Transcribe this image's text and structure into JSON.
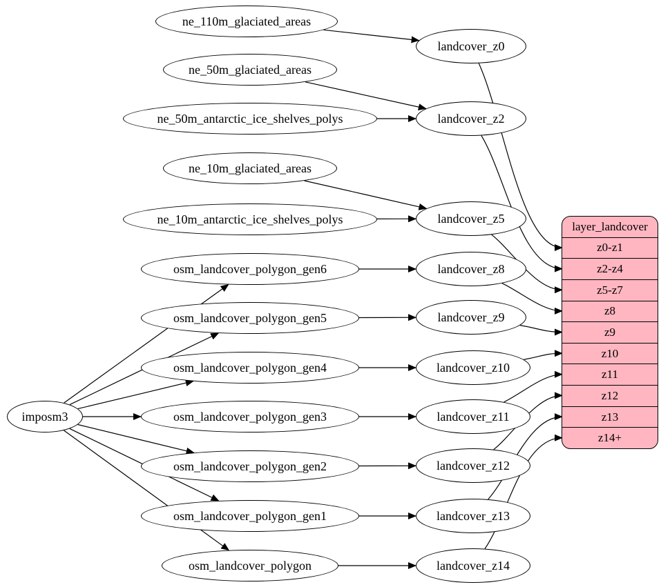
{
  "colors": {
    "record_fill": "#ffb6c1",
    "node_fill": "#ffffff",
    "edge_stroke": "#000000"
  },
  "nodes": {
    "ne_110m_glaciated_areas": "ne_110m_glaciated_areas",
    "ne_50m_glaciated_areas": "ne_50m_glaciated_areas",
    "ne_50m_antarctic_ice_shelves_polys": "ne_50m_antarctic_ice_shelves_polys",
    "ne_10m_glaciated_areas": "ne_10m_glaciated_areas",
    "ne_10m_antarctic_ice_shelves_polys": "ne_10m_antarctic_ice_shelves_polys",
    "osm_landcover_polygon_gen6": "osm_landcover_polygon_gen6",
    "osm_landcover_polygon_gen5": "osm_landcover_polygon_gen5",
    "osm_landcover_polygon_gen4": "osm_landcover_polygon_gen4",
    "osm_landcover_polygon_gen3": "osm_landcover_polygon_gen3",
    "osm_landcover_polygon_gen2": "osm_landcover_polygon_gen2",
    "osm_landcover_polygon_gen1": "osm_landcover_polygon_gen1",
    "osm_landcover_polygon": "osm_landcover_polygon",
    "imposm3": "imposm3",
    "landcover_z0": "landcover_z0",
    "landcover_z2": "landcover_z2",
    "landcover_z5": "landcover_z5",
    "landcover_z8": "landcover_z8",
    "landcover_z9": "landcover_z9",
    "landcover_z10": "landcover_z10",
    "landcover_z11": "landcover_z11",
    "landcover_z12": "landcover_z12",
    "landcover_z13": "landcover_z13",
    "landcover_z14": "landcover_z14"
  },
  "record": {
    "title": "layer_landcover",
    "rows": [
      "z0-z1",
      "z2-z4",
      "z5-z7",
      "z8",
      "z9",
      "z10",
      "z11",
      "z12",
      "z13",
      "z14+"
    ]
  },
  "edges": [
    {
      "from": "ne_110m_glaciated_areas",
      "to": "landcover_z0"
    },
    {
      "from": "ne_50m_glaciated_areas",
      "to": "landcover_z2"
    },
    {
      "from": "ne_50m_antarctic_ice_shelves_polys",
      "to": "landcover_z2"
    },
    {
      "from": "ne_10m_glaciated_areas",
      "to": "landcover_z5"
    },
    {
      "from": "ne_10m_antarctic_ice_shelves_polys",
      "to": "landcover_z5"
    },
    {
      "from": "osm_landcover_polygon_gen6",
      "to": "landcover_z8"
    },
    {
      "from": "osm_landcover_polygon_gen5",
      "to": "landcover_z9"
    },
    {
      "from": "osm_landcover_polygon_gen4",
      "to": "landcover_z10"
    },
    {
      "from": "osm_landcover_polygon_gen3",
      "to": "landcover_z11"
    },
    {
      "from": "osm_landcover_polygon_gen2",
      "to": "landcover_z12"
    },
    {
      "from": "osm_landcover_polygon_gen1",
      "to": "landcover_z13"
    },
    {
      "from": "osm_landcover_polygon",
      "to": "landcover_z14"
    },
    {
      "from": "imposm3",
      "to": "osm_landcover_polygon_gen6"
    },
    {
      "from": "imposm3",
      "to": "osm_landcover_polygon_gen5"
    },
    {
      "from": "imposm3",
      "to": "osm_landcover_polygon_gen4"
    },
    {
      "from": "imposm3",
      "to": "osm_landcover_polygon_gen3"
    },
    {
      "from": "imposm3",
      "to": "osm_landcover_polygon_gen2"
    },
    {
      "from": "imposm3",
      "to": "osm_landcover_polygon_gen1"
    },
    {
      "from": "imposm3",
      "to": "osm_landcover_polygon"
    },
    {
      "from": "landcover_z0",
      "to": "row:z0-z1"
    },
    {
      "from": "landcover_z2",
      "to": "row:z2-z4"
    },
    {
      "from": "landcover_z5",
      "to": "row:z5-z7"
    },
    {
      "from": "landcover_z8",
      "to": "row:z8"
    },
    {
      "from": "landcover_z9",
      "to": "row:z9"
    },
    {
      "from": "landcover_z10",
      "to": "row:z10"
    },
    {
      "from": "landcover_z11",
      "to": "row:z11"
    },
    {
      "from": "landcover_z12",
      "to": "row:z12"
    },
    {
      "from": "landcover_z13",
      "to": "row:z13"
    },
    {
      "from": "landcover_z14",
      "to": "row:z14+"
    }
  ]
}
